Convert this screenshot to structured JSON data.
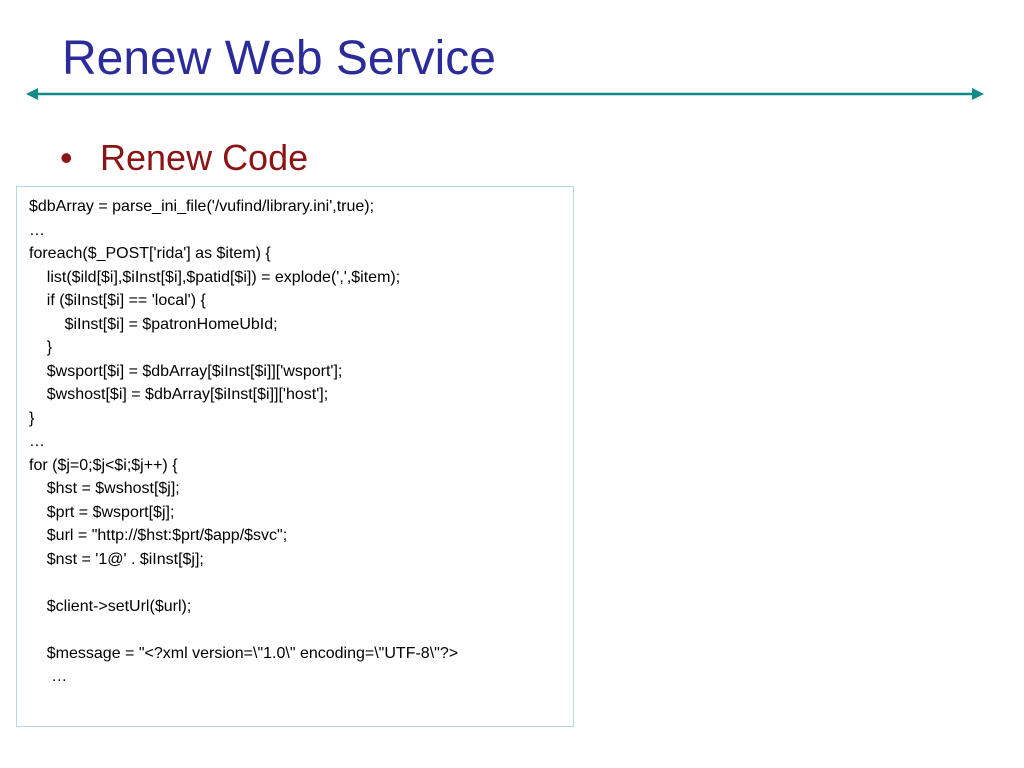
{
  "slide": {
    "title": "Renew Web Service",
    "bullet_marker": "•",
    "bullet_text": "Renew Code"
  },
  "colors": {
    "title": "#2b2b9a",
    "rule": "#138a8a",
    "bullet": "#8b1414",
    "code_border": "#b8d6ea"
  },
  "code": {
    "lines": [
      "$dbArray = parse_ini_file('/vufind/library.ini',true);",
      "…",
      "foreach($_POST['rida'] as $item) {",
      "    list($ild[$i],$iInst[$i],$patid[$i]) = explode(',',$item);",
      "    if ($iInst[$i] == 'local') {",
      "        $iInst[$i] = $patronHomeUbId;",
      "    }",
      "    $wsport[$i] = $dbArray[$iInst[$i]]['wsport'];",
      "    $wshost[$i] = $dbArray[$iInst[$i]]['host'];",
      "}",
      "…",
      "for ($j=0;$j<$i;$j++) {",
      "    $hst = $wshost[$j];",
      "    $prt = $wsport[$j];",
      "    $url = \"http://$hst:$prt/$app/$svc\";",
      "    $nst = '1@' . $iInst[$j];",
      "",
      "    $client->setUrl($url);",
      "",
      "    $message = \"<?xml version=\\\"1.0\\\" encoding=\\\"UTF-8\\\"?>",
      "     …"
    ]
  }
}
